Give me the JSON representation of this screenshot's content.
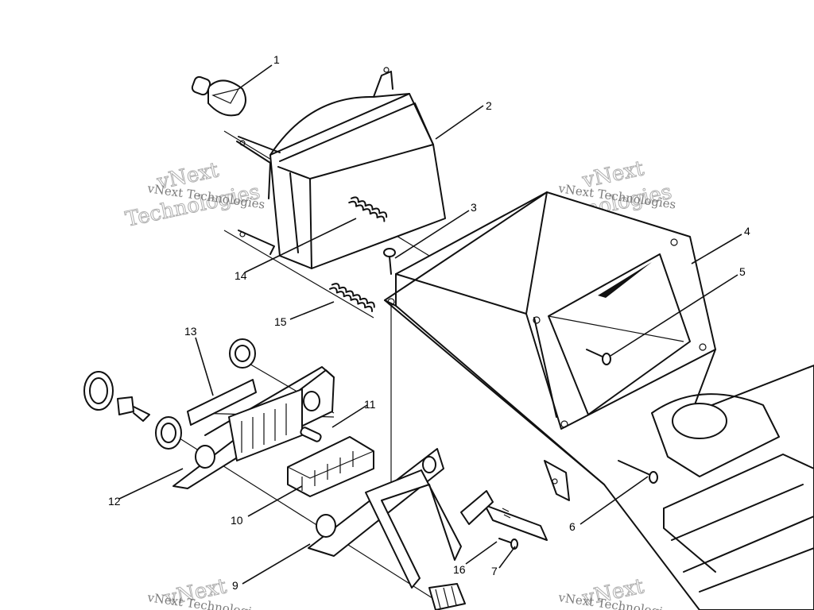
{
  "watermark": {
    "line1": "vNext Technologies",
    "line2_a": "vNext",
    "line2_b": "Technologies"
  },
  "callouts": {
    "c1": "1",
    "c2": "2",
    "c3": "3",
    "c4": "4",
    "c5": "5",
    "c6": "6",
    "c7": "7",
    "c9": "9",
    "c10": "10",
    "c12": "12",
    "c13": "13",
    "c14": "14",
    "c15": "15",
    "c16": "16",
    "c11": "11"
  }
}
